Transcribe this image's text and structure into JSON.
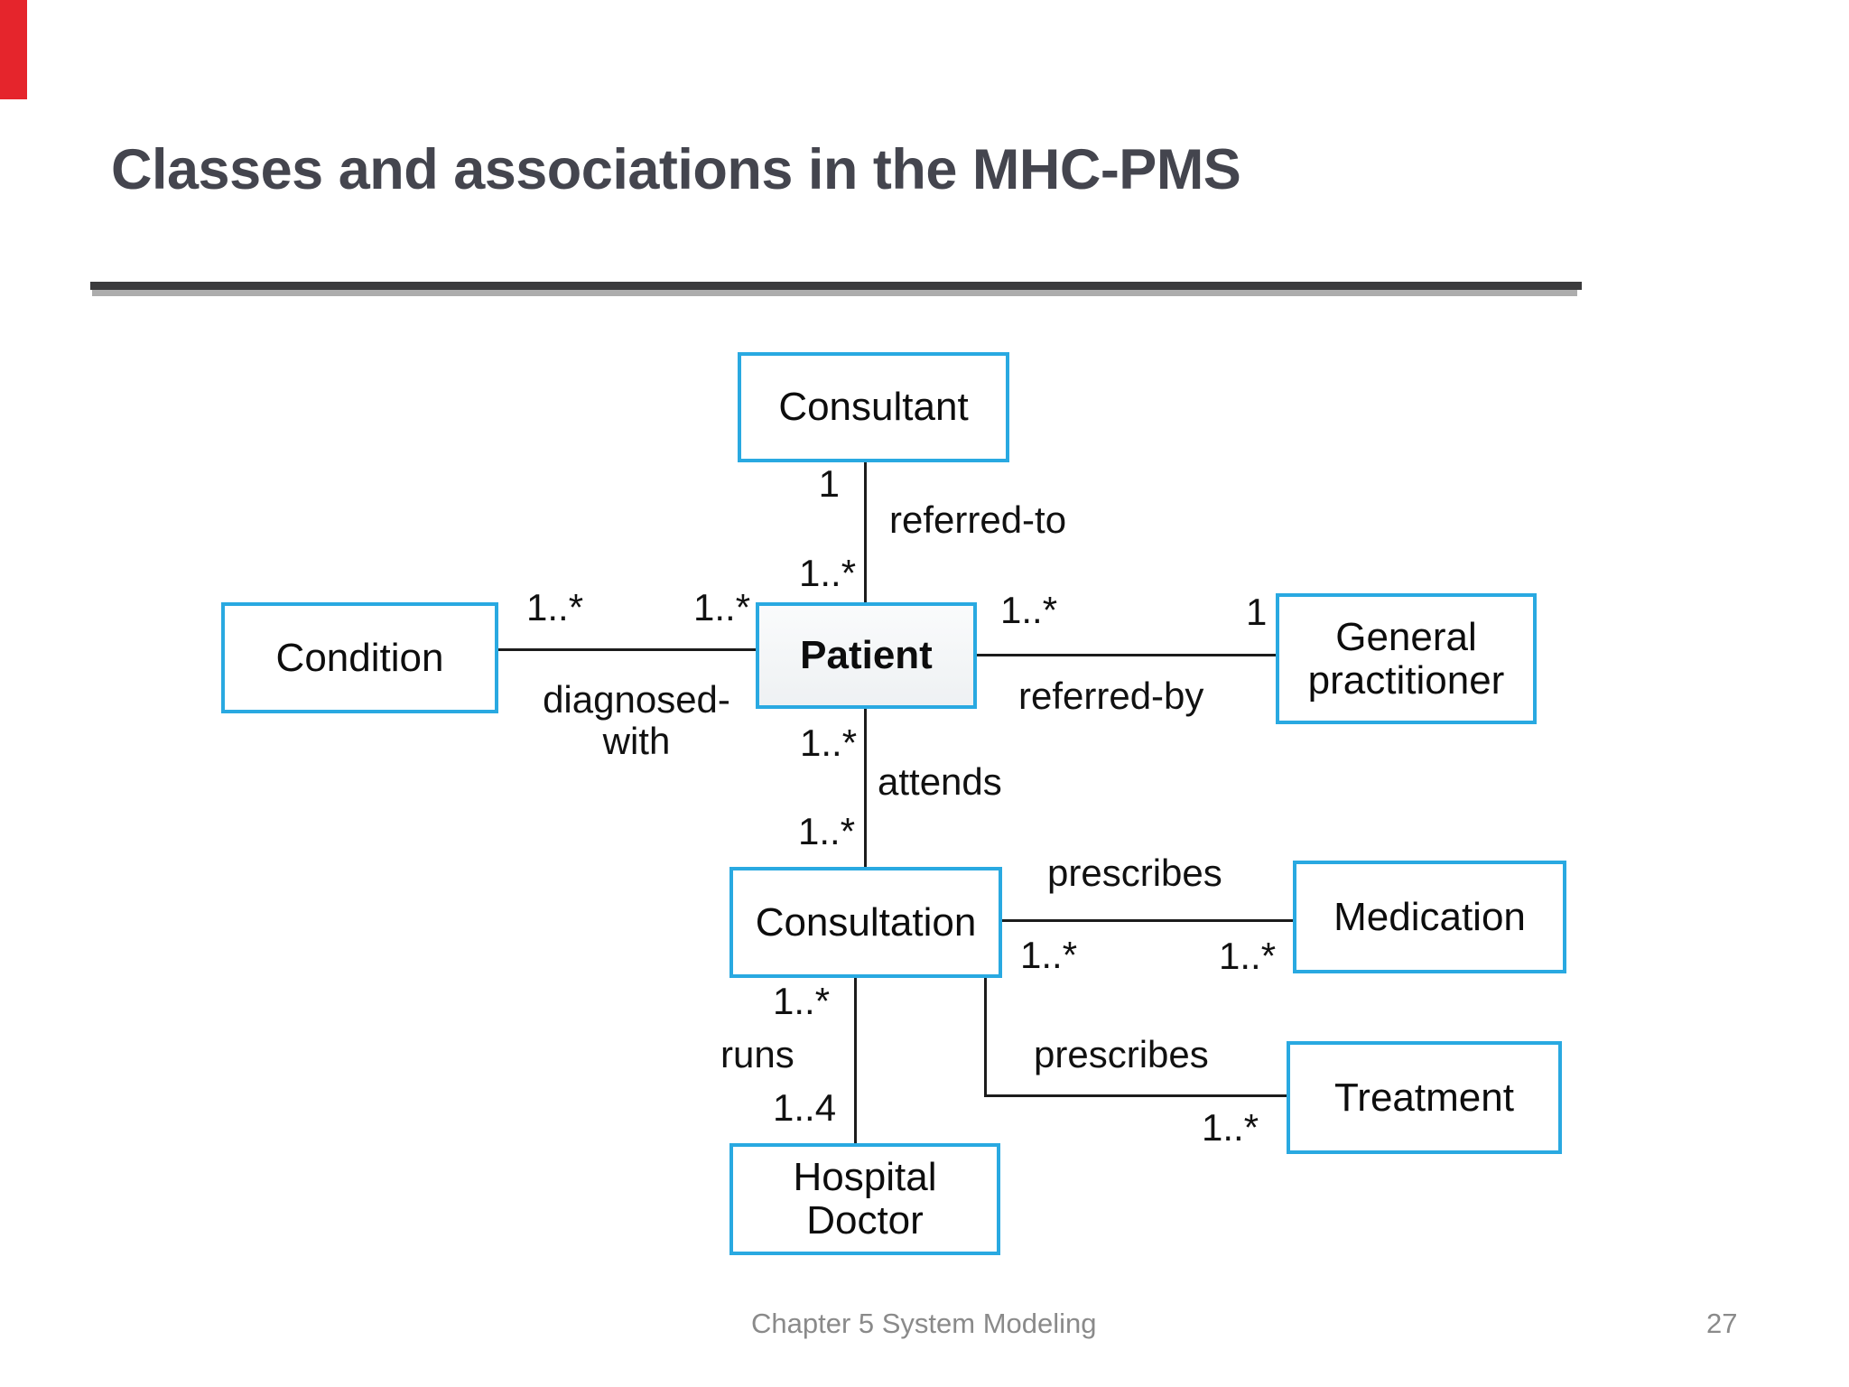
{
  "slide": {
    "title": "Classes and associations in the MHC-PMS",
    "footer": {
      "left_text": "Chapter 5 System Modeling",
      "page_number": "27"
    }
  },
  "colors": {
    "box_border": "#29a9e1",
    "title_text": "#44454e",
    "footer_text": "#8a8a8a",
    "line": "#1c1c1c",
    "red_marker": "#e5252c"
  },
  "diagram": {
    "nodes": {
      "consultant": {
        "label": "Consultant"
      },
      "condition": {
        "label": "Condition"
      },
      "patient": {
        "label": "Patient"
      },
      "general_practitioner": {
        "line1": "General",
        "line2": "practitioner"
      },
      "consultation": {
        "label": "Consultation"
      },
      "medication": {
        "label": "Medication"
      },
      "treatment": {
        "label": "Treatment"
      },
      "hospital_doctor": {
        "line1": "Hospital",
        "line2": "Doctor"
      }
    },
    "labels": {
      "consultant_mult": "1",
      "referred_to": "referred-to",
      "patient_top_mult": "1..*",
      "condition_mult": "1..*",
      "patient_left_mult": "1..*",
      "diagnosed_line1": "diagnosed-",
      "diagnosed_line2": "with",
      "patient_right_mult": "1..*",
      "gp_mult": "1",
      "referred_by": "referred-by",
      "patient_bottom_mult": "1..*",
      "attends": "attends",
      "consultation_top_mult": "1..*",
      "prescribes_medication": "prescribes",
      "consultation_right_mult": "1..*",
      "medication_mult": "1..*",
      "prescribes_treatment": "prescribes",
      "treatment_mult": "1..*",
      "consultation_bottom_mult": "1..*",
      "runs": "runs",
      "hospital_doctor_mult": "1..4"
    }
  }
}
